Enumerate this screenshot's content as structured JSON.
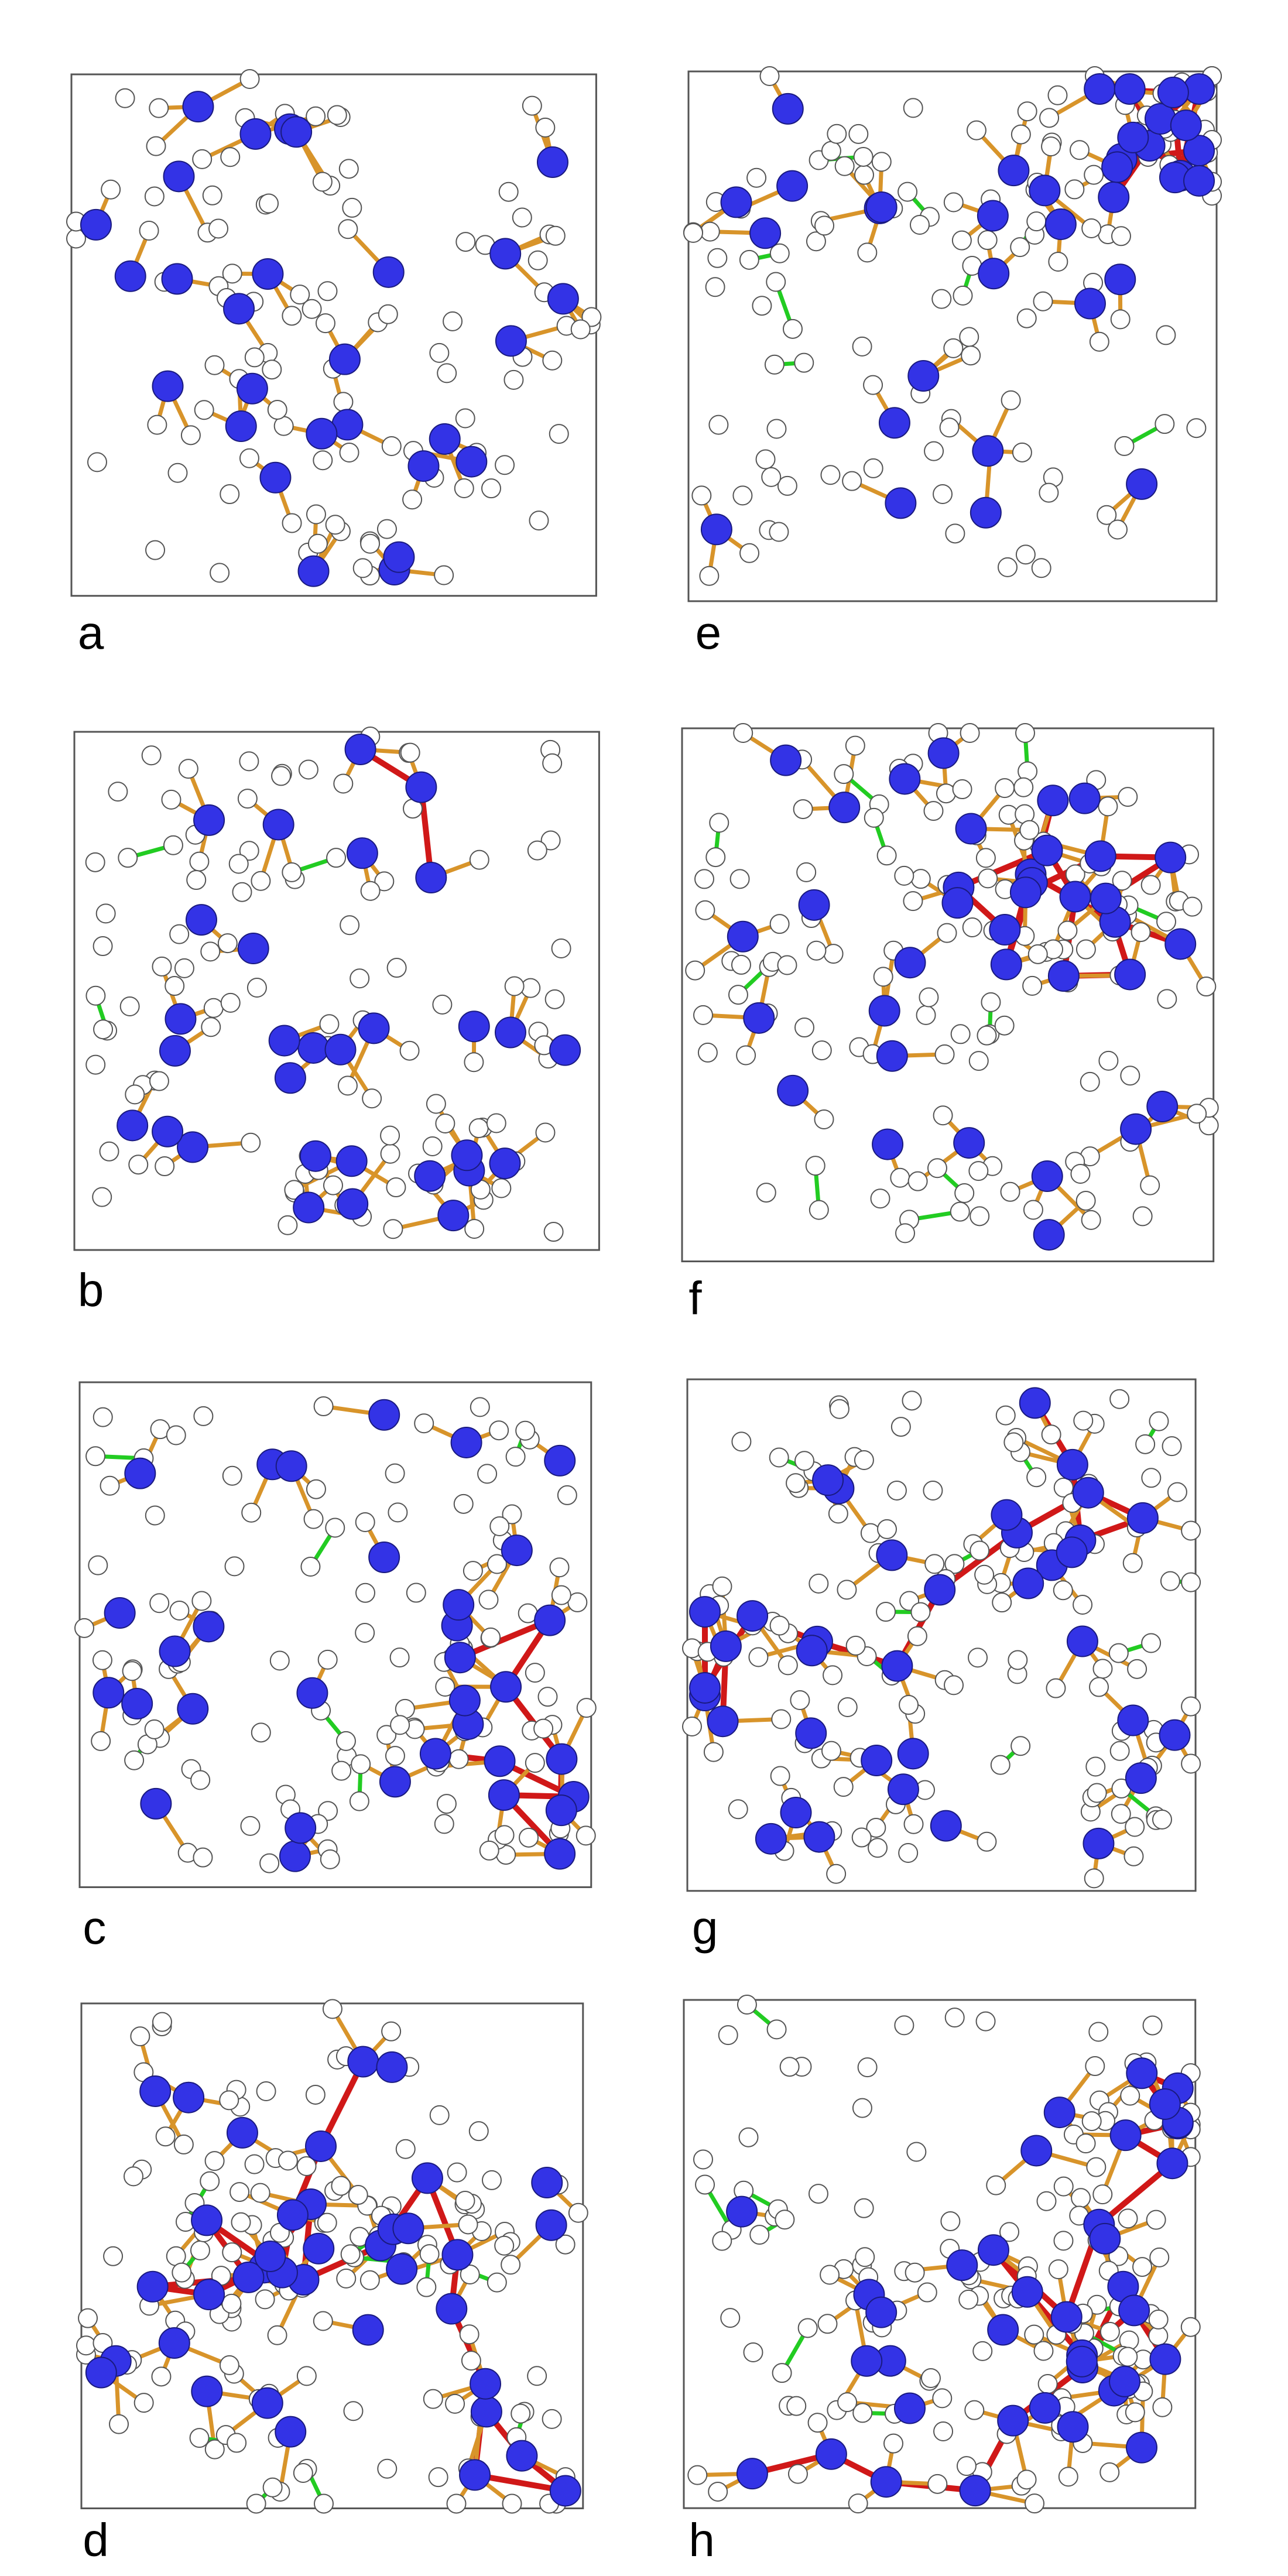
{
  "figure": {
    "panels": [
      {
        "id": "a",
        "label": "a",
        "red_chain_nodes": 0,
        "green_pairs": 0
      },
      {
        "id": "b",
        "label": "b",
        "red_chain_nodes": 3,
        "green_pairs": 3
      },
      {
        "id": "c",
        "label": "c",
        "red_chain_nodes": 9,
        "green_pairs": 7
      },
      {
        "id": "d",
        "label": "d",
        "red_chain_nodes": 20,
        "green_pairs": 10
      },
      {
        "id": "e",
        "label": "e",
        "red_chain_nodes": 14,
        "green_pairs": 9
      },
      {
        "id": "f",
        "label": "f",
        "red_chain_nodes": 16,
        "green_pairs": 10
      },
      {
        "id": "g",
        "label": "g",
        "red_chain_nodes": 15,
        "green_pairs": 10
      },
      {
        "id": "h",
        "label": "h",
        "red_chain_nodes": 20,
        "green_pairs": 9
      }
    ],
    "colors": {
      "background": "#ffffff",
      "frame": "#555555",
      "heavy_atom": "#3333e6",
      "heavy_atom_stroke": "#1a1a80",
      "light_atom": "#ffffff",
      "light_atom_stroke": "#555555",
      "bond_orange": "#d8942a",
      "bond_red": "#d01818",
      "bond_green": "#22cc22"
    }
  }
}
